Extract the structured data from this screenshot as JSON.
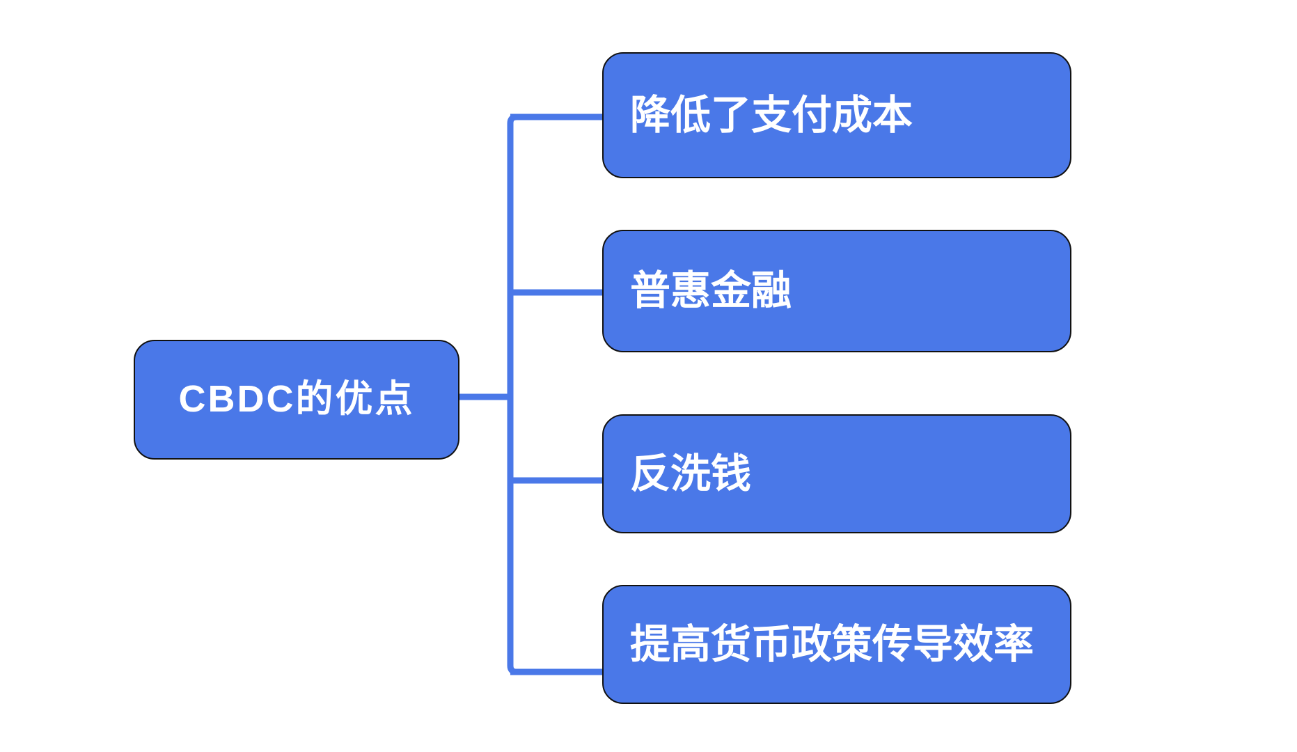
{
  "diagram": {
    "type": "mind-map",
    "orientation": "left-to-right",
    "background_color": "#ffffff",
    "node_fill_color": "#4a78e8",
    "node_border_color": "#111111",
    "node_text_color": "#ffffff",
    "connector_color": "#4a78e8",
    "root": {
      "label": "CBDC的优点"
    },
    "children": [
      {
        "label": "降低了支付成本"
      },
      {
        "label": "普惠金融"
      },
      {
        "label": "反洗钱"
      },
      {
        "label": "提高货币政策传导效率"
      }
    ]
  }
}
